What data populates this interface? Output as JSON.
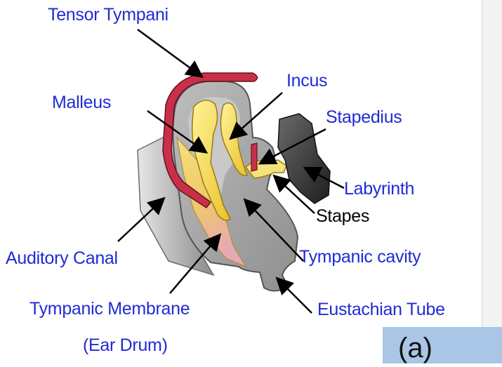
{
  "labels": {
    "tensor_tympani": "Tensor Tympani",
    "incus": "Incus",
    "malleus": "Malleus",
    "stapedius": "Stapedius",
    "labyrinth": "Labyrinth",
    "stapes": "Stapes",
    "auditory_canal": "Auditory Canal",
    "tympanic_cavity": "Tympanic cavity",
    "tympanic_membrane": "Tympanic Membrane",
    "ear_drum": "(Ear Drum)",
    "eustachian_tube": "Eustachian Tube"
  },
  "panel": {
    "label": "(a)"
  },
  "colors": {
    "label_blue": "#1f2bd6",
    "muscle_red": "#c8304a",
    "bone_yellow": "#f2d23a",
    "cavity_gray": "#a9a9a9",
    "labyrinth_dark": "#3a3a3a",
    "membrane_pink": "#e8a9b0",
    "panel_blue": "#a9c6e6"
  }
}
